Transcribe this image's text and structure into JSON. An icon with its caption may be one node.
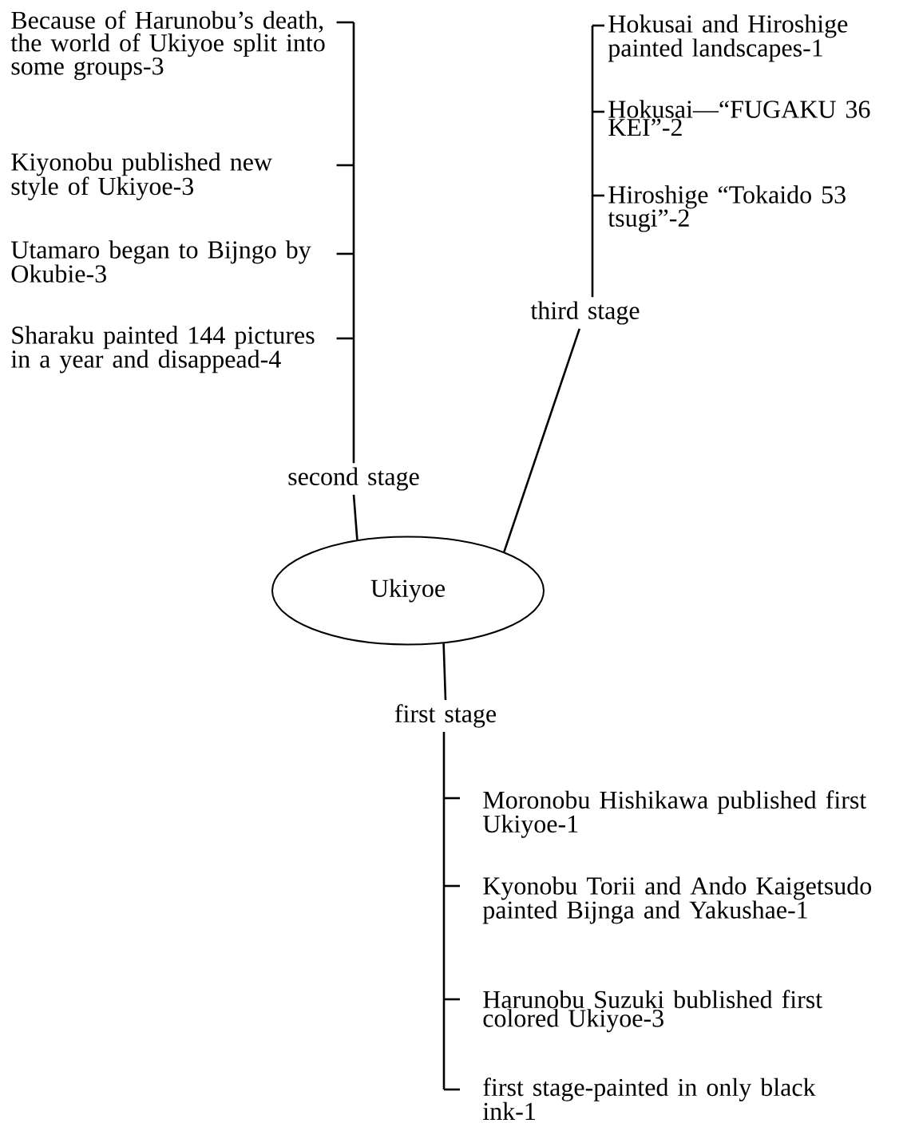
{
  "diagram": {
    "nodes": [
      {
        "text": [
          "Ukiyoe"
        ]
      },
      {
        "text": [
          "second stage"
        ]
      },
      {
        "text": [
          "third stage"
        ]
      },
      {
        "text": [
          "first stage"
        ]
      },
      {
        "text": [
          "Because of Harunobu’s death, the world of Ukiyoe split into some groups-3"
        ]
      },
      {
        "text": [
          "Kiyonobu published new style of Ukiyoe-3"
        ]
      },
      {
        "text": [
          "Utamaro began to Bijngo by Okubie-3"
        ]
      },
      {
        "text": [
          "Sharaku painted 144 pictures in a year and disappead-4"
        ]
      },
      {
        "text": [
          "Hokusai and Hiroshige painted landscapes-1"
        ]
      },
      {
        "text": [
          "Hokusai—“FUGAKU 36 KEI”-2"
        ]
      },
      {
        "text": [
          "Hiroshige “Tokaido 53 tsugi”-2"
        ]
      },
      {
        "text": [
          "Moronobu Hishikawa published first Ukiyoe-1"
        ]
      },
      {
        "text": [
          "Kyonobu Torii and Ando Kaigetsudo painted Bijnga and Yakushae-1"
        ]
      },
      {
        "text": [
          "Harunobu Suzuki bublished first colored Ukiyoe-3"
        ]
      },
      {
        "text": [
          "first stage-painted in only black ink-1"
        ]
      }
    ],
    "edges": [
      {
        "from": 0,
        "to": 1,
        "arrow": "none"
      },
      {
        "from": 0,
        "to": 2,
        "arrow": "none"
      },
      {
        "from": 0,
        "to": 3,
        "arrow": "none"
      },
      {
        "from": 1,
        "to": 4,
        "arrow": "none"
      },
      {
        "from": 1,
        "to": 5,
        "arrow": "none"
      },
      {
        "from": 1,
        "to": 6,
        "arrow": "none"
      },
      {
        "from": 1,
        "to": 7,
        "arrow": "none"
      },
      {
        "from": 2,
        "to": 8,
        "arrow": "none"
      },
      {
        "from": 2,
        "to": 9,
        "arrow": "none"
      },
      {
        "from": 2,
        "to": 10,
        "arrow": "none"
      },
      {
        "from": 3,
        "to": 11,
        "arrow": "none"
      },
      {
        "from": 3,
        "to": 12,
        "arrow": "none"
      },
      {
        "from": 3,
        "to": 13,
        "arrow": "none"
      },
      {
        "from": 3,
        "to": 14,
        "arrow": "none"
      }
    ]
  }
}
